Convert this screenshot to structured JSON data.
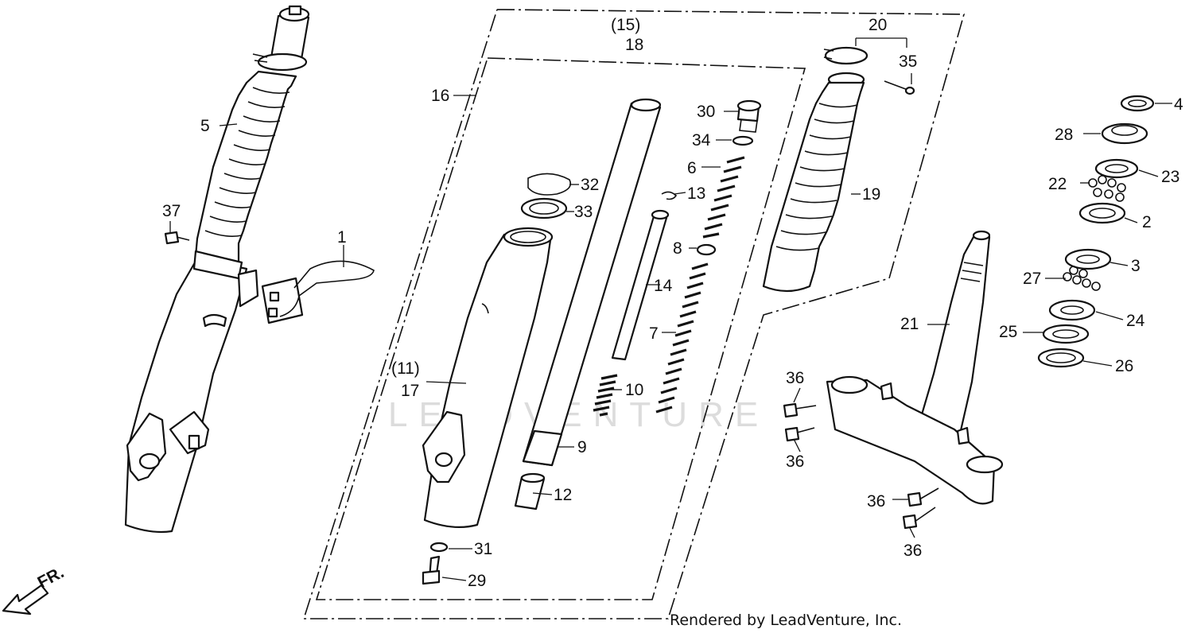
{
  "labels": {
    "n1": "1",
    "n2": "2",
    "n3": "3",
    "n4": "4",
    "n5": "5",
    "n6": "6",
    "n7": "7",
    "n8": "8",
    "n9": "9",
    "n10": "10",
    "n11": "(11)",
    "n12": "12",
    "n13": "13",
    "n14": "14",
    "n15": "(15)",
    "n16": "16",
    "n17": "17",
    "n18": "18",
    "n19": "19",
    "n20": "20",
    "n21": "21",
    "n22": "22",
    "n23": "23",
    "n24": "24",
    "n25": "25",
    "n26": "26",
    "n27": "27",
    "n28": "28",
    "n29": "29",
    "n30": "30",
    "n31": "31",
    "n32": "32",
    "n33": "33",
    "n34": "34",
    "n35": "35",
    "n36": "36",
    "n37": "37"
  },
  "front_marker": "FR.",
  "credit": "Rendered by LeadVenture, Inc.",
  "watermark": "LEADVENTURE"
}
